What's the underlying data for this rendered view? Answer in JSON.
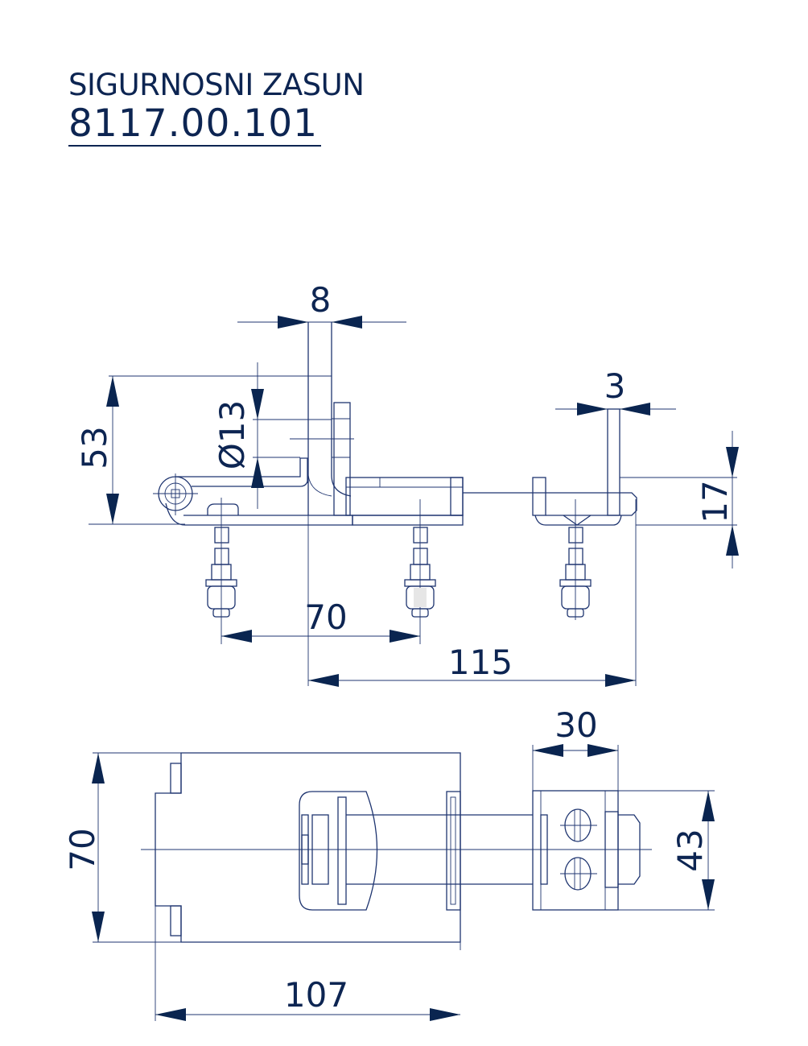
{
  "title": "SIGURNOSNI ZASUN",
  "code": "8117.00.101",
  "dimensions": {
    "top_view": {
      "width_8": "8",
      "height_53": "53",
      "diameter_13": "Ø13",
      "thickness_3": "3",
      "height_17": "17",
      "spacing_70": "70",
      "length_115": "115"
    },
    "bottom_view": {
      "height_70": "70",
      "length_107": "107",
      "width_30": "30",
      "height_43": "43"
    }
  },
  "colors": {
    "line": "#1f3570",
    "text": "#0d2552"
  }
}
